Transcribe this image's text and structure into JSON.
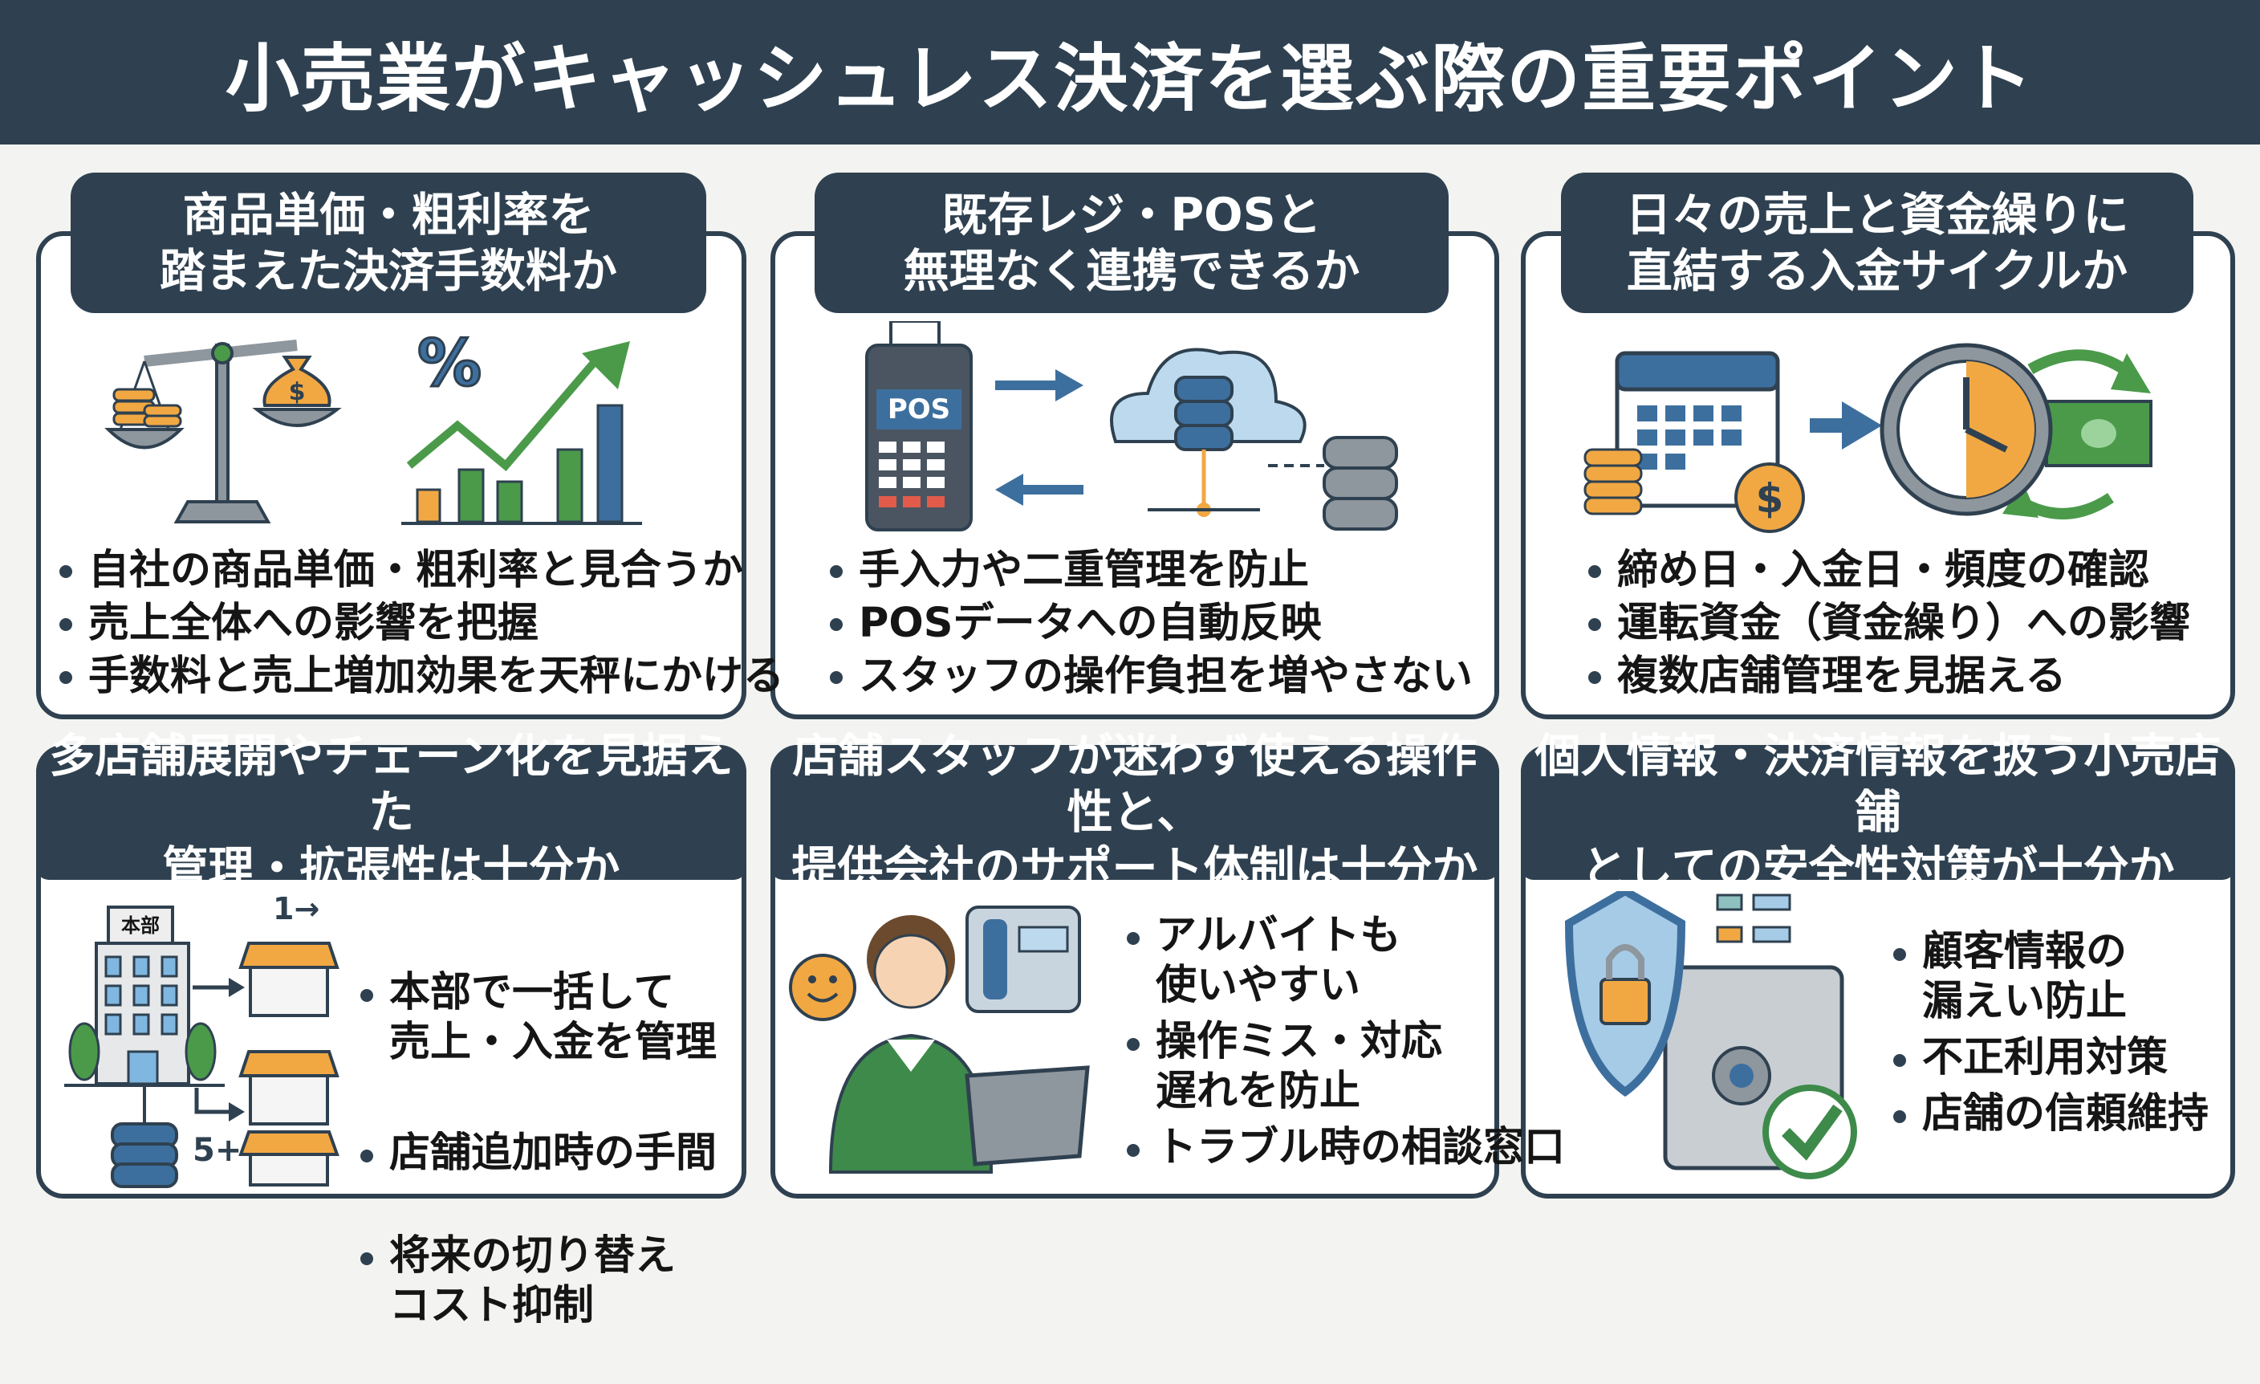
{
  "title": "小売業がキャッシュレス決済を選ぶ際の重要ポイント",
  "colors": {
    "dark": "#2f4150",
    "blue": "#3d6f9e",
    "green": "#4a9a4a",
    "orange": "#f1a843",
    "gray": "#8e969e"
  },
  "panels": [
    {
      "heading": [
        "商品単価・粗利率を",
        "踏まえた決済手数料か"
      ],
      "icon": "scale-and-growth-chart-icon",
      "bullets": [
        "自社の商品単価・粗利率と見合うか",
        "売上全体への影響を把握",
        "手数料と売上増加効果を天秤にかける"
      ]
    },
    {
      "heading": [
        "既存レジ・POSと",
        "無理なく連携できるか"
      ],
      "icon": "pos-cloud-sync-icon",
      "pos_label": "POS",
      "bullets": [
        "手入力や二重管理を防止",
        "POSデータへの自動反映",
        "スタッフの操作負担を増やさない"
      ]
    },
    {
      "heading": [
        "日々の売上と資金繰りに",
        "直結する入金サイクルか"
      ],
      "icon": "calendar-clock-cash-icon",
      "bullets": [
        "締め日・入金日・頻度の確認",
        "運転資金（資金繰り）への影響",
        "複数店舗管理を見据える"
      ]
    },
    {
      "heading": [
        "多店舗展開やチェーン化を見据えた",
        "管理・拡張性は十分か"
      ],
      "icon": "headquarters-stores-icon",
      "hq_label": "本部",
      "store_label_1": "1→",
      "store_label_2": "5+",
      "bullets": [
        "本部で一括して\n売上・入金を管理",
        "店舗追加時の手間",
        "将来の切り替え\nコスト抑制"
      ]
    },
    {
      "heading": [
        "店舗スタッフが迷わず使える操作性と、",
        "提供会社のサポート体制は十分か"
      ],
      "icon": "staff-support-icon",
      "bullets": [
        "アルバイトも\n使いやすい",
        "操作ミス・対応\n遅れを防止",
        "トラブル時の相談窓口"
      ]
    },
    {
      "heading": [
        "個人情報・決済情報を扱う小売店舗",
        "としての安全性対策が十分か"
      ],
      "icon": "shield-safe-check-icon",
      "bullets": [
        "顧客情報の\n漏えい防止",
        "不正利用対策",
        "店舗の信頼維持"
      ]
    }
  ]
}
